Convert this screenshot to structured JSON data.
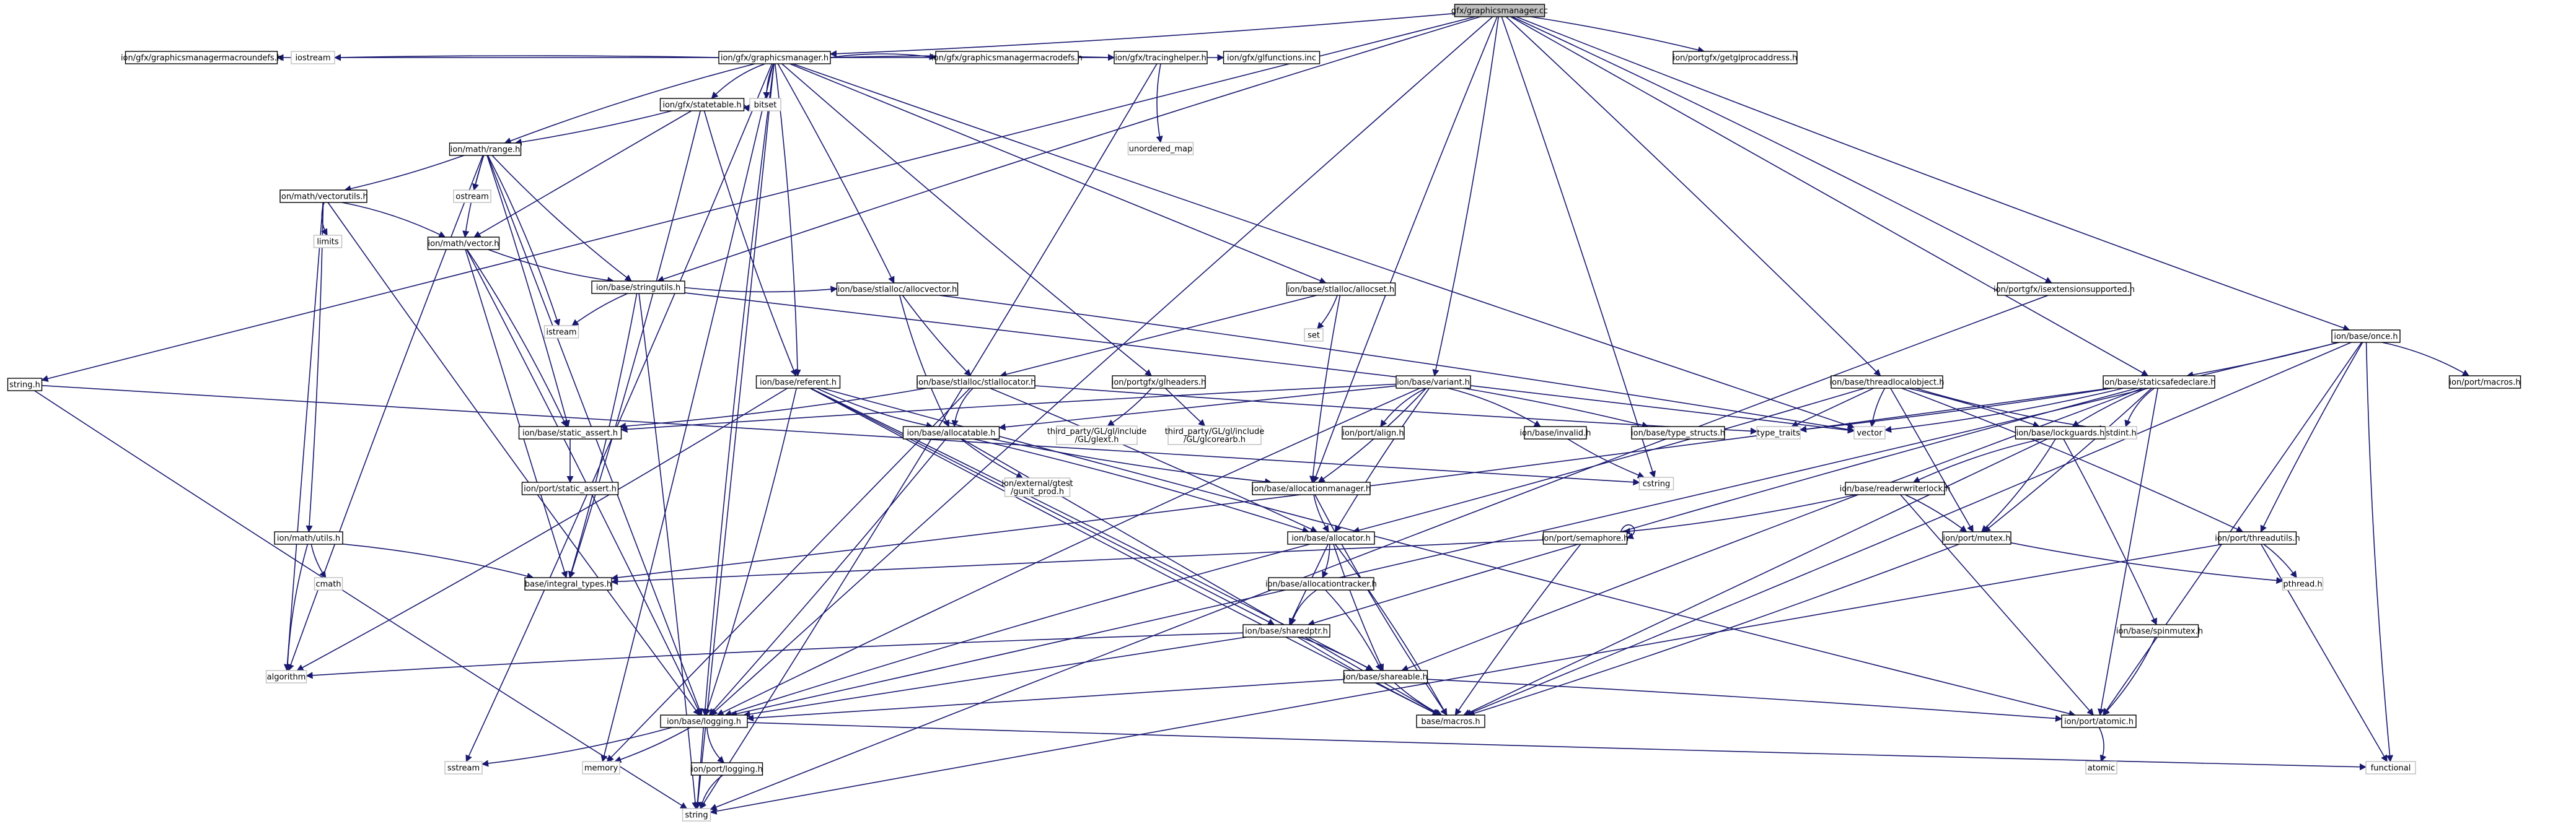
{
  "colors": {
    "edge": "#191970",
    "root_fill": "#bfbfbf",
    "node_border": "#000000",
    "external_border": "#bfbfbf",
    "background": "#ffffff"
  },
  "graph": {
    "root": "root",
    "nodes": [
      {
        "id": "root",
        "label": "gfx/graphicsmanager.cc",
        "kind": "root"
      },
      {
        "id": "gm",
        "label": "ion/gfx/graphicsmanager.h",
        "kind": "file"
      },
      {
        "id": "getglproc",
        "label": "ion/portgfx/getglprocaddress.h",
        "kind": "file"
      },
      {
        "id": "gmmacrodefs",
        "label": "ion/gfx/graphicsmanagermacrodefs.h",
        "kind": "file"
      },
      {
        "id": "iostream",
        "label": "iostream",
        "kind": "external"
      },
      {
        "id": "statetable",
        "label": "ion/gfx/statetable.h",
        "kind": "file"
      },
      {
        "id": "gmmacroundefs",
        "label": "ion/gfx/graphicsmanagermacroundefs.h",
        "kind": "file"
      },
      {
        "id": "tracinghelper",
        "label": "ion/gfx/tracinghelper.h",
        "kind": "file"
      },
      {
        "id": "glfunctions",
        "label": "ion/gfx/glfunctions.inc",
        "kind": "file"
      },
      {
        "id": "bitset",
        "label": "bitset",
        "kind": "external"
      },
      {
        "id": "unordered_map",
        "label": "unordered_map",
        "kind": "external"
      },
      {
        "id": "range",
        "label": "ion/math/range.h",
        "kind": "file"
      },
      {
        "id": "vectorutils",
        "label": "ion/math/vectorutils.h",
        "kind": "file"
      },
      {
        "id": "ostream",
        "label": "ostream",
        "kind": "external"
      },
      {
        "id": "limits",
        "label": "limits",
        "kind": "external"
      },
      {
        "id": "mathvector",
        "label": "ion/math/vector.h",
        "kind": "file"
      },
      {
        "id": "stringutils",
        "label": "ion/base/stringutils.h",
        "kind": "file"
      },
      {
        "id": "istream",
        "label": "istream",
        "kind": "external"
      },
      {
        "id": "stlallocvector",
        "label": "ion/base/stlalloc/allocvector.h",
        "kind": "file"
      },
      {
        "id": "stlallocset",
        "label": "ion/base/stlalloc/allocset.h",
        "kind": "file"
      },
      {
        "id": "set",
        "label": "set",
        "kind": "external"
      },
      {
        "id": "isextsupported",
        "label": "ion/portgfx/isextensionsupported.h",
        "kind": "file"
      },
      {
        "id": "once",
        "label": "ion/base/once.h",
        "kind": "file"
      },
      {
        "id": "portmacros",
        "label": "ion/port/macros.h",
        "kind": "file"
      },
      {
        "id": "stringh",
        "label": "string.h",
        "kind": "file"
      },
      {
        "id": "referent",
        "label": "ion/base/referent.h",
        "kind": "file"
      },
      {
        "id": "stlallocator",
        "label": "ion/base/stlalloc/stlallocator.h",
        "kind": "file"
      },
      {
        "id": "glheaders",
        "label": "ion/portgfx/glheaders.h",
        "kind": "file"
      },
      {
        "id": "variant",
        "label": "ion/base/variant.h",
        "kind": "file"
      },
      {
        "id": "threadlocal",
        "label": "ion/base/threadlocalobject.h",
        "kind": "file"
      },
      {
        "id": "staticsafe",
        "label": "ion/base/staticsafedeclare.h",
        "kind": "file"
      },
      {
        "id": "staticasset",
        "label": "ion/base/static_assert.h",
        "kind": "file"
      },
      {
        "id": "allocatable",
        "label": "ion/base/allocatable.h",
        "kind": "file"
      },
      {
        "id": "glext",
        "label": "third_party/GL/gl/include\n/GL/glext.h",
        "kind": "external"
      },
      {
        "id": "glcorearb",
        "label": "third_party/GL/gl/include\n/GL/glcorearb.h",
        "kind": "external"
      },
      {
        "id": "portalign",
        "label": "ion/port/align.h",
        "kind": "file"
      },
      {
        "id": "invalid",
        "label": "ion/base/invalid.h",
        "kind": "file"
      },
      {
        "id": "typestructs",
        "label": "ion/base/type_structs.h",
        "kind": "file"
      },
      {
        "id": "type_traits",
        "label": "type_traits",
        "kind": "external"
      },
      {
        "id": "vector",
        "label": "vector",
        "kind": "external"
      },
      {
        "id": "lockguards",
        "label": "ion/base/lockguards.h",
        "kind": "file"
      },
      {
        "id": "stdint",
        "label": "stdint.h",
        "kind": "external"
      },
      {
        "id": "portstaticassert",
        "label": "ion/port/static_assert.h",
        "kind": "file"
      },
      {
        "id": "gunitprod",
        "label": "ion/external/gtest\n/gunit_prod.h",
        "kind": "external"
      },
      {
        "id": "allocmanager",
        "label": "ion/base/allocationmanager.h",
        "kind": "file"
      },
      {
        "id": "cstring",
        "label": "cstring",
        "kind": "external"
      },
      {
        "id": "readerwriter",
        "label": "ion/base/readerwriterlock.h",
        "kind": "file"
      },
      {
        "id": "mathutils",
        "label": "ion/math/utils.h",
        "kind": "file"
      },
      {
        "id": "cmath",
        "label": "cmath",
        "kind": "external"
      },
      {
        "id": "integraltypes",
        "label": "base/integral_types.h",
        "kind": "file"
      },
      {
        "id": "allocator",
        "label": "ion/base/allocator.h",
        "kind": "file"
      },
      {
        "id": "semaphore",
        "label": "ion/port/semaphore.h",
        "kind": "file"
      },
      {
        "id": "mutex",
        "label": "ion/port/mutex.h",
        "kind": "file"
      },
      {
        "id": "threadutils",
        "label": "ion/port/threadutils.h",
        "kind": "file"
      },
      {
        "id": "alloctracker",
        "label": "ion/base/allocationtracker.h",
        "kind": "file"
      },
      {
        "id": "pthread",
        "label": "pthread.h",
        "kind": "external"
      },
      {
        "id": "sharedptr",
        "label": "ion/base/sharedptr.h",
        "kind": "file"
      },
      {
        "id": "spinmutex",
        "label": "ion/base/spinmutex.h",
        "kind": "file"
      },
      {
        "id": "algorithm",
        "label": "algorithm",
        "kind": "external"
      },
      {
        "id": "shareable",
        "label": "ion/base/shareable.h",
        "kind": "file"
      },
      {
        "id": "logging",
        "label": "ion/base/logging.h",
        "kind": "file"
      },
      {
        "id": "basemacros",
        "label": "base/macros.h",
        "kind": "file"
      },
      {
        "id": "atomic_h",
        "label": "ion/port/atomic.h",
        "kind": "file"
      },
      {
        "id": "sstream",
        "label": "sstream",
        "kind": "external"
      },
      {
        "id": "memory",
        "label": "memory",
        "kind": "external"
      },
      {
        "id": "portlogging",
        "label": "ion/port/logging.h",
        "kind": "file"
      },
      {
        "id": "functional",
        "label": "functional",
        "kind": "external"
      },
      {
        "id": "atomic",
        "label": "atomic",
        "kind": "external"
      },
      {
        "id": "string",
        "label": "string",
        "kind": "external"
      }
    ],
    "edges": [
      [
        "root",
        "gm"
      ],
      [
        "root",
        "getglproc"
      ],
      [
        "root",
        "stringh"
      ],
      [
        "root",
        "logging"
      ],
      [
        "root",
        "stringutils"
      ],
      [
        "root",
        "variant"
      ],
      [
        "root",
        "threadlocal"
      ],
      [
        "root",
        "staticsafe"
      ],
      [
        "root",
        "allocmanager"
      ],
      [
        "root",
        "once"
      ],
      [
        "root",
        "isextsupported"
      ],
      [
        "root",
        "cstring"
      ],
      [
        "gm",
        "gmmacroundefs"
      ],
      [
        "gm",
        "iostream"
      ],
      [
        "gm",
        "statetable"
      ],
      [
        "gm",
        "gmmacrodefs"
      ],
      [
        "gm",
        "tracinghelper"
      ],
      [
        "gm",
        "glfunctions"
      ],
      [
        "gm",
        "bitset"
      ],
      [
        "gm",
        "range"
      ],
      [
        "gm",
        "referent"
      ],
      [
        "gm",
        "stlallocvector"
      ],
      [
        "gm",
        "stlallocset"
      ],
      [
        "gm",
        "glheaders"
      ],
      [
        "gm",
        "logging"
      ],
      [
        "gm",
        "sstream"
      ],
      [
        "gm",
        "memory"
      ],
      [
        "gm",
        "string"
      ],
      [
        "gm",
        "vector"
      ],
      [
        "tracinghelper",
        "unordered_map"
      ],
      [
        "tracinghelper",
        "string"
      ],
      [
        "statetable",
        "range"
      ],
      [
        "statetable",
        "mathvector"
      ],
      [
        "statetable",
        "bitset"
      ],
      [
        "statetable",
        "referent"
      ],
      [
        "statetable",
        "integraltypes"
      ],
      [
        "range",
        "vectorutils"
      ],
      [
        "range",
        "ostream"
      ],
      [
        "range",
        "mathvector"
      ],
      [
        "range",
        "stringutils"
      ],
      [
        "range",
        "istream"
      ],
      [
        "range",
        "staticasset"
      ],
      [
        "range",
        "logging"
      ],
      [
        "range",
        "algorithm"
      ],
      [
        "vectorutils",
        "limits"
      ],
      [
        "vectorutils",
        "mathvector"
      ],
      [
        "vectorutils",
        "mathutils"
      ],
      [
        "vectorutils",
        "algorithm"
      ],
      [
        "vectorutils",
        "logging"
      ],
      [
        "mathvector",
        "stringutils"
      ],
      [
        "mathvector",
        "staticasset"
      ],
      [
        "mathvector",
        "logging"
      ],
      [
        "mathvector",
        "integraltypes"
      ],
      [
        "stringutils",
        "istream"
      ],
      [
        "stringutils",
        "stlallocvector"
      ],
      [
        "stringutils",
        "integraltypes"
      ],
      [
        "stringutils",
        "string"
      ],
      [
        "stringutils",
        "vector"
      ],
      [
        "stlallocvector",
        "stlallocator"
      ],
      [
        "stlallocvector",
        "allocatable"
      ],
      [
        "stlallocvector",
        "vector"
      ],
      [
        "stlallocset",
        "set"
      ],
      [
        "stlallocset",
        "stlallocator"
      ],
      [
        "stlallocset",
        "allocmanager"
      ],
      [
        "stlallocator",
        "allocatable"
      ],
      [
        "stlallocator",
        "staticasset"
      ],
      [
        "stlallocator",
        "allocator"
      ],
      [
        "stlallocator",
        "memory"
      ],
      [
        "stlallocator",
        "type_traits"
      ],
      [
        "isextsupported",
        "string"
      ],
      [
        "once",
        "portmacros"
      ],
      [
        "once",
        "staticsafe"
      ],
      [
        "once",
        "atomic_h"
      ],
      [
        "once",
        "threadutils"
      ],
      [
        "once",
        "functional"
      ],
      [
        "once",
        "logging"
      ],
      [
        "once",
        "basemacros"
      ],
      [
        "stringh",
        "cstring"
      ],
      [
        "stringh",
        "string"
      ],
      [
        "referent",
        "allocatable"
      ],
      [
        "referent",
        "logging"
      ],
      [
        "referent",
        "shareable"
      ],
      [
        "referent",
        "sharedptr"
      ],
      [
        "referent",
        "basemacros"
      ],
      [
        "referent",
        "atomic_h"
      ],
      [
        "referent",
        "algorithm"
      ],
      [
        "glheaders",
        "glext"
      ],
      [
        "glheaders",
        "glcorearb"
      ],
      [
        "variant",
        "staticasset"
      ],
      [
        "variant",
        "portalign"
      ],
      [
        "variant",
        "invalid"
      ],
      [
        "variant",
        "typestructs"
      ],
      [
        "variant",
        "allocatable"
      ],
      [
        "variant",
        "allocator"
      ],
      [
        "variant",
        "logging"
      ],
      [
        "variant",
        "allocmanager"
      ],
      [
        "threadlocal",
        "lockguards"
      ],
      [
        "threadlocal",
        "mutex"
      ],
      [
        "threadlocal",
        "vector"
      ],
      [
        "threadlocal",
        "stdint"
      ],
      [
        "threadlocal",
        "threadutils"
      ],
      [
        "threadlocal",
        "allocator"
      ],
      [
        "threadlocal",
        "type_traits"
      ],
      [
        "staticsafe",
        "lockguards"
      ],
      [
        "staticsafe",
        "stdint"
      ],
      [
        "staticsafe",
        "vector"
      ],
      [
        "staticsafe",
        "mutex"
      ],
      [
        "staticsafe",
        "atomic_h"
      ],
      [
        "staticsafe",
        "shareable"
      ],
      [
        "staticsafe",
        "sharedptr"
      ],
      [
        "staticsafe",
        "integraltypes"
      ],
      [
        "staticsafe",
        "type_traits"
      ],
      [
        "staticasset",
        "portstaticassert"
      ],
      [
        "allocatable",
        "gunitprod"
      ],
      [
        "allocatable",
        "allocmanager"
      ],
      [
        "allocatable",
        "allocator"
      ],
      [
        "allocatable",
        "logging"
      ],
      [
        "allocatable",
        "basemacros"
      ],
      [
        "invalid",
        "cstring"
      ],
      [
        "lockguards",
        "readerwriter"
      ],
      [
        "lockguards",
        "mutex"
      ],
      [
        "lockguards",
        "spinmutex"
      ],
      [
        "lockguards",
        "basemacros"
      ],
      [
        "allocmanager",
        "allocator"
      ],
      [
        "allocmanager",
        "basemacros"
      ],
      [
        "readerwriter",
        "semaphore"
      ],
      [
        "readerwriter",
        "mutex"
      ],
      [
        "readerwriter",
        "atomic_h"
      ],
      [
        "mathutils",
        "cmath"
      ],
      [
        "mathutils",
        "algorithm"
      ],
      [
        "mathutils",
        "integraltypes"
      ],
      [
        "allocator",
        "alloctracker"
      ],
      [
        "allocator",
        "sharedptr"
      ],
      [
        "allocator",
        "shareable"
      ],
      [
        "allocator",
        "logging"
      ],
      [
        "allocator",
        "basemacros"
      ],
      [
        "semaphore",
        "semaphore"
      ],
      [
        "semaphore",
        "integraltypes"
      ],
      [
        "semaphore",
        "basemacros"
      ],
      [
        "mutex",
        "pthread"
      ],
      [
        "mutex",
        "basemacros"
      ],
      [
        "threadutils",
        "pthread"
      ],
      [
        "threadutils",
        "functional"
      ],
      [
        "threadutils",
        "string"
      ],
      [
        "alloctracker",
        "sharedptr"
      ],
      [
        "alloctracker",
        "shareable"
      ],
      [
        "sharedptr",
        "shareable"
      ],
      [
        "sharedptr",
        "logging"
      ],
      [
        "sharedptr",
        "basemacros"
      ],
      [
        "sharedptr",
        "algorithm"
      ],
      [
        "spinmutex",
        "atomic_h"
      ],
      [
        "shareable",
        "atomic_h"
      ],
      [
        "shareable",
        "logging"
      ],
      [
        "shareable",
        "basemacros"
      ],
      [
        "logging",
        "portlogging"
      ],
      [
        "logging",
        "sstream"
      ],
      [
        "logging",
        "memory"
      ],
      [
        "logging",
        "string"
      ],
      [
        "logging",
        "functional"
      ],
      [
        "portlogging",
        "string"
      ],
      [
        "atomic_h",
        "atomic"
      ]
    ]
  }
}
